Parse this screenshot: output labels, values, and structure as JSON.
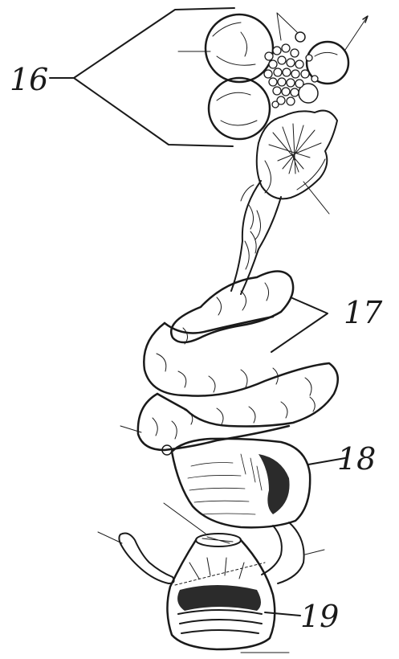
{
  "labels": {
    "l16": "16",
    "l17": "17",
    "l18": "18",
    "l19": "19"
  },
  "colors": {
    "ink": "#1a1a1a",
    "paper": "#ffffff",
    "shade": "#bdbdbd",
    "dark": "#2b2b2b"
  }
}
